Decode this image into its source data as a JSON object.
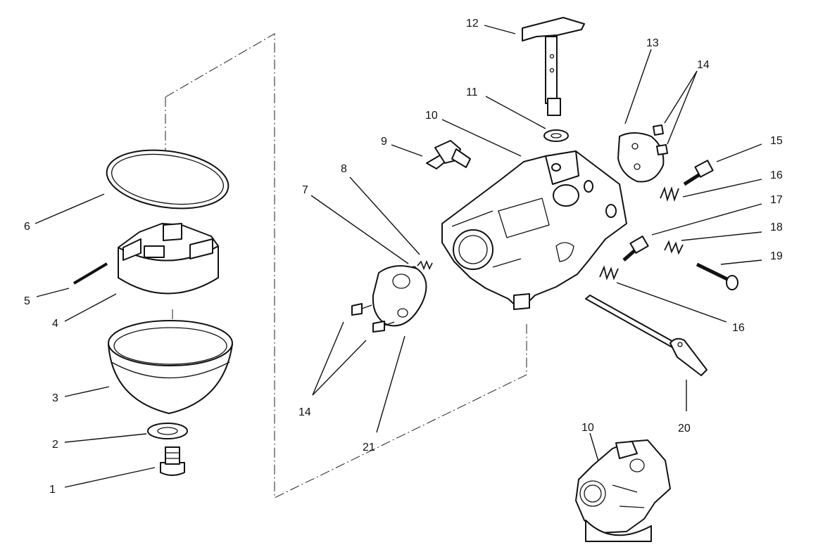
{
  "callouts": {
    "c1": "1",
    "c2": "2",
    "c3": "3",
    "c4": "4",
    "c5": "5",
    "c6": "6",
    "c7": "7",
    "c8": "8",
    "c9": "9",
    "c10a": "10",
    "c10b": "10",
    "c11": "11",
    "c12": "12",
    "c13": "13",
    "c14a": "14",
    "c14b": "14",
    "c15": "15",
    "c16a": "16",
    "c16b": "16",
    "c17": "17",
    "c18": "18",
    "c19": "19",
    "c20": "20",
    "c21": "21"
  },
  "colors": {
    "ink": "#111111",
    "paper": "#ffffff"
  }
}
